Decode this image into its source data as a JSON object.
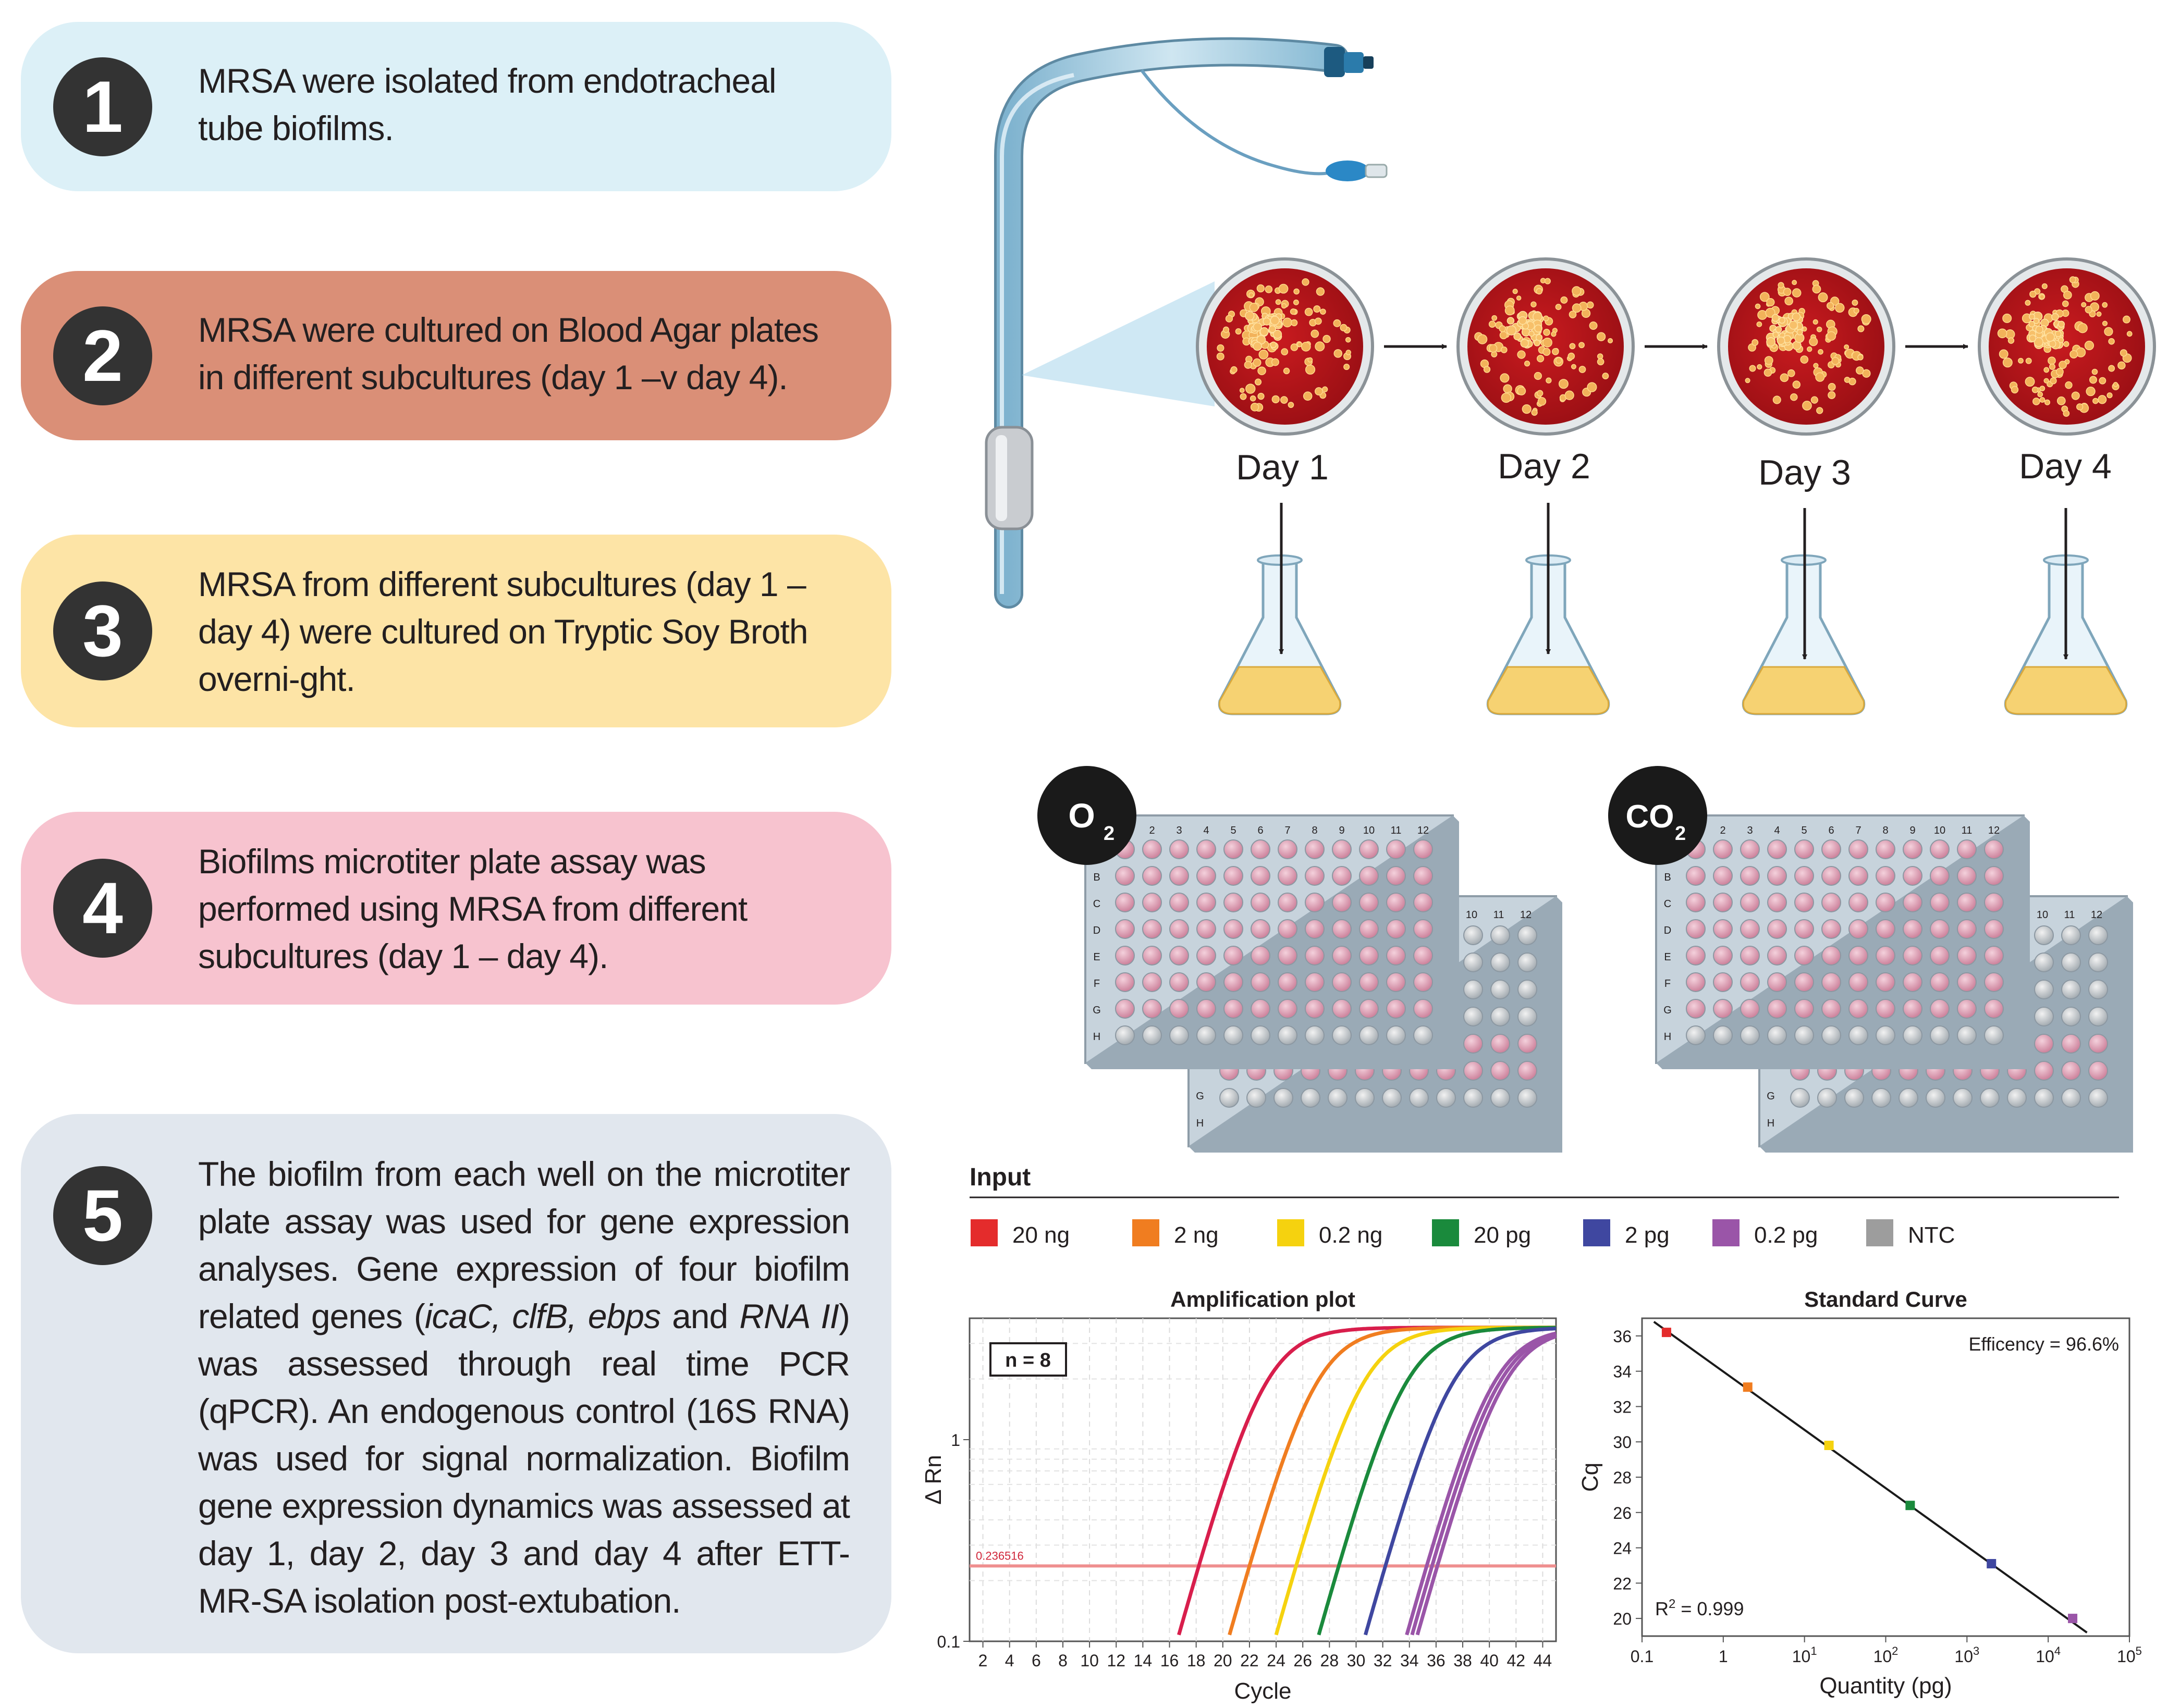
{
  "steps": [
    {
      "number": "1",
      "text": "MRSA were isolated from endotracheal tube biofilms.",
      "color": "#dcf0f7"
    },
    {
      "number": "2",
      "text": "MRSA were cultured on Blood Agar plates in different subcultures (day 1 –v day 4).",
      "color": "#da8f77"
    },
    {
      "number": "3",
      "text": "MRSA from different subcultures (day 1 – day 4) were cultured on Tryptic Soy Broth overni-ght.",
      "color": "#fde4a6"
    },
    {
      "number": "4",
      "text": "Biofilms microtiter plate assay was performed using MRSA from different subcultures (day 1 – day 4).",
      "color": "#f7c3cf"
    },
    {
      "number": "5",
      "color": "#e1e7ee",
      "text_parts": [
        "The biofilm from  each well on the microtiter plate assay was used for gene expression analyses. Gene expression of four biofilm related genes (",
        "icaC, clfB, ebps",
        " and ",
        "RNA II",
        ") was assessed through  real time PCR (qPCR). An endogenous control (16S RNA) was used for signal normalization. Biofilm gene expression dynamics was assessed at day 1, day 2, day 3 and day 4 after ETT-MR-SA isolation post-extubation."
      ]
    }
  ],
  "days": [
    "Day 1",
    "Day 2",
    "Day 3",
    "Day 4"
  ],
  "conditions": [
    {
      "main": "O",
      "sub": "2"
    },
    {
      "main": "CO",
      "sub": "2"
    }
  ],
  "plate": {
    "front_cols": [
      "2",
      "3",
      "4",
      "5",
      "6",
      "7",
      "8",
      "9",
      "10",
      "11",
      "12"
    ],
    "back_cols": [
      "10",
      "11",
      "12"
    ],
    "front_rows": [
      "B",
      "C",
      "D",
      "E",
      "F",
      "G",
      "H"
    ],
    "back_rows": [
      "G",
      "H"
    ]
  },
  "input_legend": {
    "title": "Input",
    "items": [
      {
        "label": "20 ng",
        "color": "#e42c2c"
      },
      {
        "label": "2 ng",
        "color": "#f07d20"
      },
      {
        "label": "0.2 ng",
        "color": "#f5d20f"
      },
      {
        "label": "20 pg",
        "color": "#1a8a3c"
      },
      {
        "label": "2 pg",
        "color": "#3f47a0"
      },
      {
        "label": "0.2 pg",
        "color": "#9a55a8"
      },
      {
        "label": "NTC",
        "color": "#9d9d9d"
      }
    ]
  },
  "chart_data": [
    {
      "type": "line",
      "title": "Amplification plot",
      "xlabel": "Cycle",
      "ylabel": "Δ Rn",
      "xlim": [
        1,
        45
      ],
      "ylim": [
        0.1,
        4
      ],
      "yscale": "log",
      "xticks": [
        "2",
        "4",
        "6",
        "8",
        "10",
        "12",
        "14",
        "16",
        "18",
        "20",
        "22",
        "24",
        "26",
        "28",
        "30",
        "32",
        "34",
        "36",
        "38",
        "40",
        "42",
        "44"
      ],
      "yticks": [
        {
          "value": 0.1,
          "label": "0.1"
        },
        {
          "value": 1,
          "label": "1"
        }
      ],
      "grid": true,
      "annotation": "n = 8",
      "threshold": {
        "value": 0.236516,
        "label": "0.236516",
        "color": "#ef8f8f"
      },
      "curve_plateau": 3.6,
      "series": [
        {
          "color": "#d81e4c",
          "cross_cycle": 18.2
        },
        {
          "color": "#f07d20",
          "cross_cycle": 22.0
        },
        {
          "color": "#f5d20f",
          "cross_cycle": 25.5
        },
        {
          "color": "#1a8a3c",
          "cross_cycle": 28.7
        },
        {
          "color": "#3f47a0",
          "cross_cycle": 32.2
        },
        {
          "color": "#9a55a8",
          "cross_cycle": 35.3
        },
        {
          "color": "#9a55a8",
          "cross_cycle": 35.7
        },
        {
          "color": "#9a55a8",
          "cross_cycle": 36.1
        }
      ]
    },
    {
      "type": "scatter",
      "title": "Standard Curve",
      "xlabel": "Quantity (pg)",
      "ylabel": "Cq",
      "xscale": "log",
      "xlim": [
        0.1,
        100000
      ],
      "ylim": [
        19,
        37
      ],
      "xticks": [
        {
          "value": 0.1,
          "base": "0.1",
          "exp": ""
        },
        {
          "value": 1,
          "base": "1",
          "exp": ""
        },
        {
          "value": 10,
          "base": "10",
          "exp": "1"
        },
        {
          "value": 100,
          "base": "10",
          "exp": "2"
        },
        {
          "value": 1000,
          "base": "10",
          "exp": "3"
        },
        {
          "value": 10000,
          "base": "10",
          "exp": "4"
        },
        {
          "value": 100000,
          "base": "10",
          "exp": "5"
        }
      ],
      "yticks": [
        20,
        22,
        24,
        26,
        28,
        30,
        32,
        34,
        36
      ],
      "efficiency_label": "Efficency = 96.6%",
      "r2": {
        "base": "R",
        "exp": "2",
        "value": " = 0.999"
      },
      "fit_line": {
        "x": [
          0.14,
          30000
        ],
        "y": [
          36.8,
          19.2
        ]
      },
      "points": [
        {
          "x": 0.2,
          "y": 36.2,
          "color": "#e42c2c"
        },
        {
          "x": 2,
          "y": 33.1,
          "color": "#f07d20"
        },
        {
          "x": 20,
          "y": 29.8,
          "color": "#f5d20f"
        },
        {
          "x": 200,
          "y": 26.4,
          "color": "#1a8a3c"
        },
        {
          "x": 2000,
          "y": 23.1,
          "color": "#3f47a0"
        },
        {
          "x": 20000,
          "y": 20.0,
          "color": "#9a55a8"
        }
      ]
    }
  ]
}
